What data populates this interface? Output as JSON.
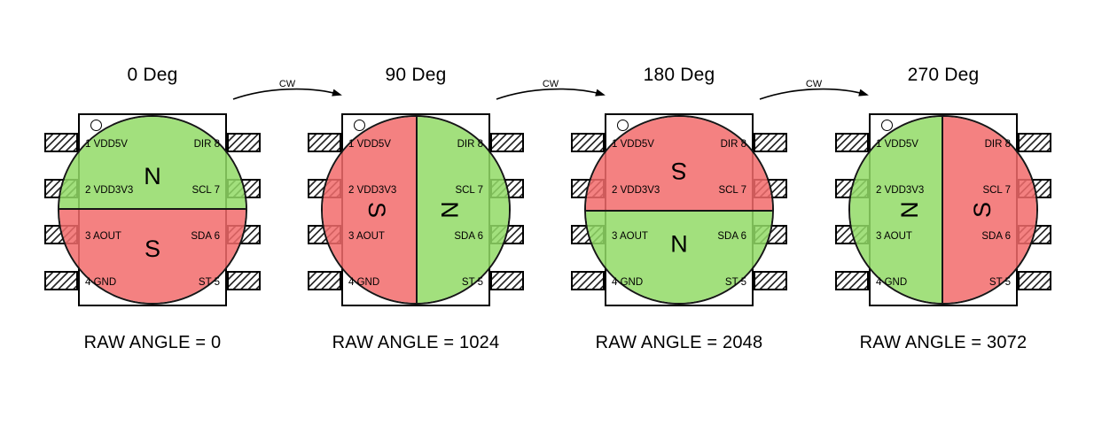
{
  "diagram": {
    "background": "#ffffff"
  },
  "cw_label": "CW",
  "colors": {
    "north": "#92db66",
    "south": "#f26b6b"
  },
  "pin_rows": {
    "left": [
      "1 VDD5V",
      "2 VDD3V3",
      "3 AOUT",
      "4 GND"
    ],
    "right": [
      "DIR 8",
      "SCL 7",
      "SDA 6",
      "ST 5"
    ]
  },
  "units": [
    {
      "title": "0 Deg",
      "rotation_deg": 0,
      "north_label": "N",
      "south_label": "S",
      "raw_angle": "RAW ANGLE = 0"
    },
    {
      "title": "90 Deg",
      "rotation_deg": 90,
      "north_label": "N",
      "south_label": "S",
      "raw_angle": "RAW ANGLE = 1024"
    },
    {
      "title": "180 Deg",
      "rotation_deg": 180,
      "north_label": "N",
      "south_label": "S",
      "raw_angle": "RAW ANGLE = 2048"
    },
    {
      "title": "270 Deg",
      "rotation_deg": 270,
      "north_label": "N",
      "south_label": "S",
      "raw_angle": "RAW ANGLE = 3072"
    }
  ]
}
